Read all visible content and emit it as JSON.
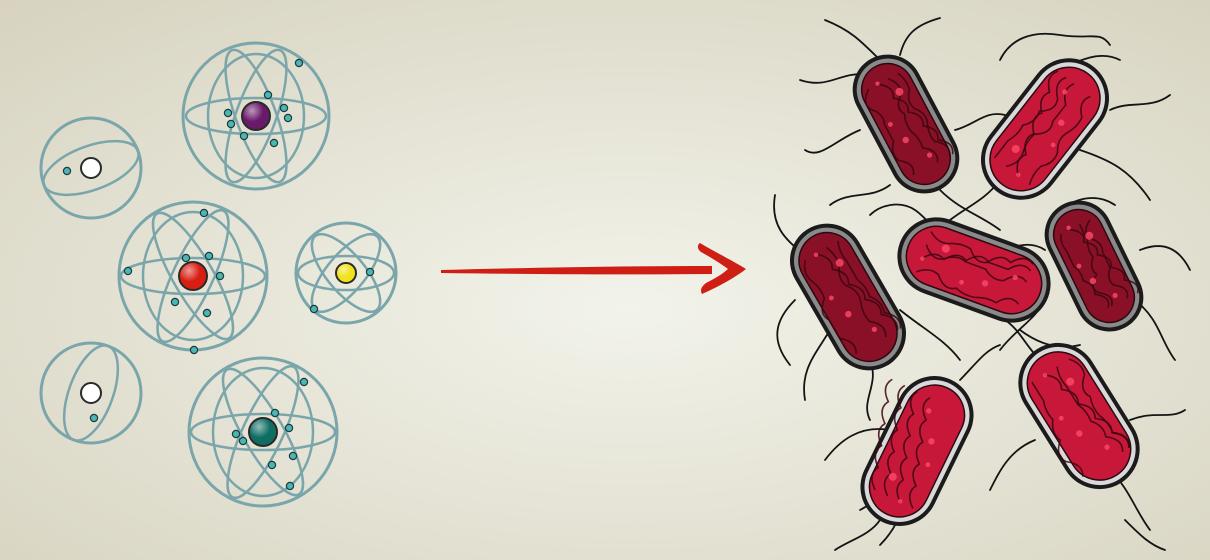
{
  "colors": {
    "background_center": "#f2f3ea",
    "background_edge": "#d7d3c0",
    "orbit": "#7aa6ab",
    "electron": "#4bb7b4",
    "arrow": "#cf1f14",
    "bacterium_bright": "#c8183a",
    "bacterium_dark": "#8a1027",
    "bacterium_outline": "#1b1b1b",
    "flagella": "#141414"
  },
  "atoms": [
    {
      "kind": "hydrogen-like",
      "nucleus": "white",
      "nucleus_color": "#ffffff",
      "electrons": 1
    },
    {
      "kind": "hydrogen-like",
      "nucleus": "white",
      "nucleus_color": "#ffffff",
      "electrons": 1
    },
    {
      "kind": "multi-orbit",
      "nucleus": "purple",
      "nucleus_color": "#6a1a6a",
      "electrons": 8
    },
    {
      "kind": "multi-orbit",
      "nucleus": "red",
      "nucleus_color": "#d81e12",
      "electrons": 8
    },
    {
      "kind": "three-orbit",
      "nucleus": "yellow",
      "nucleus_color": "#f2e21c",
      "electrons": 2
    },
    {
      "kind": "multi-orbit",
      "nucleus": "teal",
      "nucleus_color": "#0f6e64",
      "electrons": 8
    }
  ],
  "arrow": {
    "direction": "right",
    "icon": "arrow-right-icon"
  },
  "bacteria": [
    {
      "shade": "dark",
      "outline": "gray"
    },
    {
      "shade": "bright",
      "outline": "black"
    },
    {
      "shade": "dark",
      "outline": "gray"
    },
    {
      "shade": "bright",
      "outline": "gray"
    },
    {
      "shade": "dark",
      "outline": "gray"
    },
    {
      "shade": "bright",
      "outline": "black"
    },
    {
      "shade": "bright",
      "outline": "black"
    }
  ]
}
